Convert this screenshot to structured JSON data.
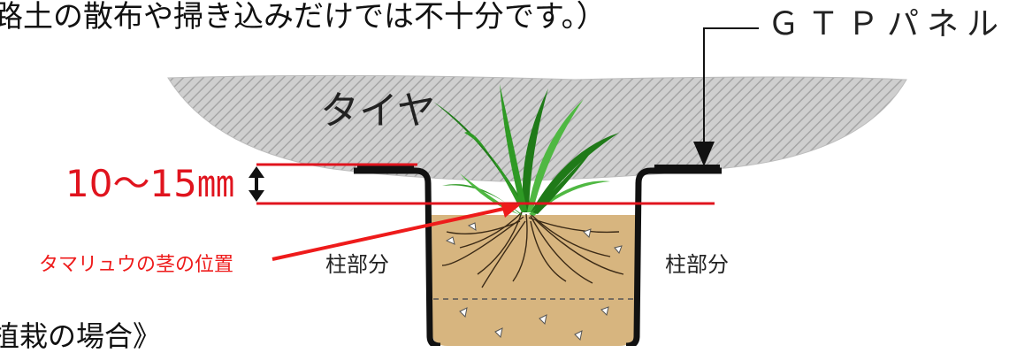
{
  "top_text": "路土の散布や掃き込みだけでは不十分です。）",
  "panel_label": "ＧＴＰパネル",
  "tire_label": "タイヤ",
  "measurement_label": "10～15㎜",
  "stem_position_label": "タマリュウの茎の位置",
  "pillar_left_label": "柱部分",
  "pillar_right_label": "柱部分",
  "bottom_text": "植栽の場合》",
  "colors": {
    "tire_fill": "#c9c9c9",
    "tire_hatch": "#9a9a9a",
    "soil": "#d7b57f",
    "marker_red": "#e0141e",
    "leaf_dark": "#1f7a18",
    "leaf_light": "#4fb842"
  }
}
